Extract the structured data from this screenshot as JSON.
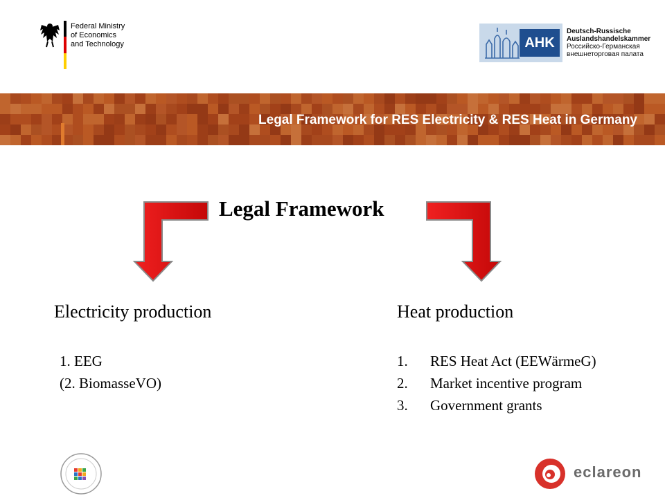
{
  "header": {
    "ministry_text": "Federal Ministry\nof Economics\nand Technology",
    "ahk_badge": "AHK",
    "ahk_lines": [
      "Deutsch-Russische",
      "Auslandshandelskammer",
      "Российско-Германская",
      "внешнеторговая палата"
    ]
  },
  "banner": {
    "title": "Legal Framework for RES Electricity & RES Heat in Germany"
  },
  "main": {
    "title": "Legal Framework",
    "electricity": {
      "heading": "Electricity production",
      "items": [
        "1. EEG",
        "(2. BiomasseVO)"
      ]
    },
    "heat": {
      "heading": "Heat production",
      "items": [
        {
          "num": "1.",
          "text": "RES Heat Act (EEWärmeG)"
        },
        {
          "num": "2.",
          "text": "Market incentive program"
        },
        {
          "num": "3.",
          "text": "Government grants"
        }
      ]
    }
  },
  "footer": {
    "eclareon_word": "eclareon"
  },
  "colors": {
    "arrow_red": "#e01010",
    "banner_orange": "#c9602a",
    "flag_black": "#000000",
    "flag_red": "#dd0000",
    "flag_gold": "#ffce00",
    "ahk_blue": "#1f4e8f"
  }
}
